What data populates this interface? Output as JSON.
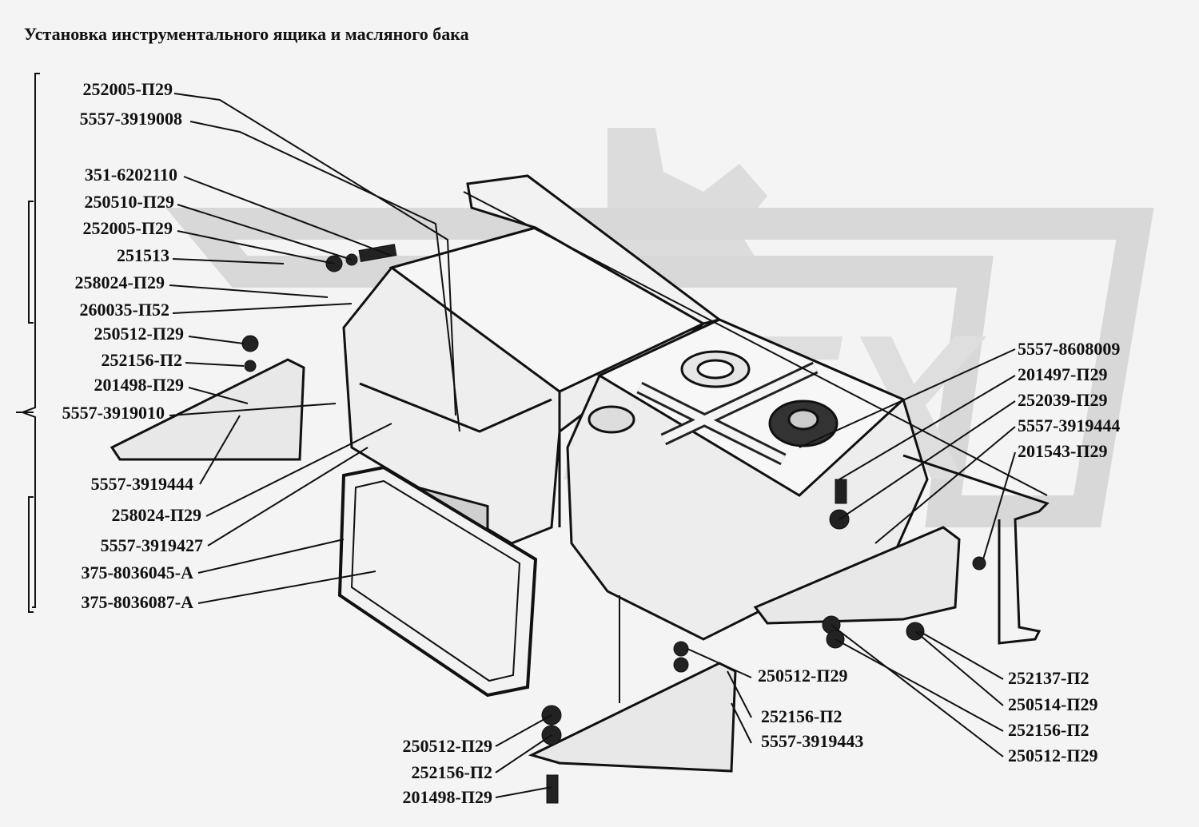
{
  "title": "Установка инструментального ящика и масляного бака",
  "watermark_text": "OPEX",
  "colors": {
    "ink": "#111111",
    "paper": "#f4f4f4",
    "watermark": "#d8d8d8"
  },
  "labels": {
    "l1": "252005-П29",
    "l2": "5557-3919008",
    "l3": "351-6202110",
    "l4": "250510-П29",
    "l5": "252005-П29",
    "l6": "251513",
    "l7": "258024-П29",
    "l8": "260035-П52",
    "l9": "250512-П29",
    "l10": "252156-П2",
    "l11": "201498-П29",
    "l12": "5557-3919010",
    "l13": "5557-3919444",
    "l14": "258024-П29",
    "l15": "5557-3919427",
    "l16": "375-8036045-А",
    "l17": "375-8036087-А",
    "r1": "5557-8608009",
    "r2": "201497-П29",
    "r3": "252039-П29",
    "r4": "5557-3919444",
    "r5": "201543-П29",
    "r6": "252137-П2",
    "r7": "250514-П29",
    "r8": "252156-П2",
    "r9": "250512-П29",
    "c1": "250512-П29",
    "c2": "252156-П2",
    "c3": "5557-3919443",
    "b1": "250512-П29",
    "b2": "252156-П2",
    "b3": "201498-П29"
  }
}
